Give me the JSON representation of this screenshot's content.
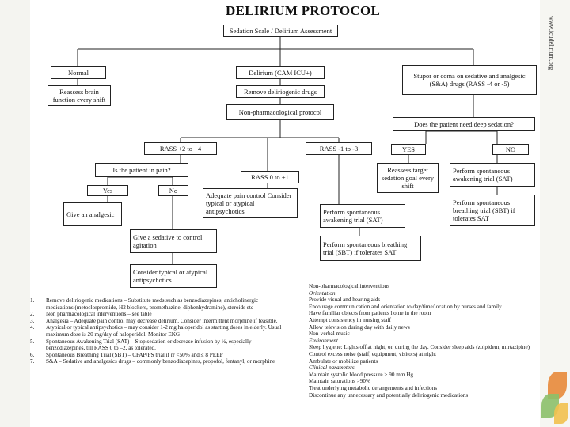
{
  "title": "DELIRIUM PROTOCOL",
  "watermark": "www.icudelirium.org",
  "flow": {
    "root": "Sedation Scale / Delirium Assessment",
    "normal": "Normal",
    "reassess": "Reassess brain function every shift",
    "delirium": "Delirium (CAM ICU+)",
    "remove": "Remove deliriogenic drugs",
    "nonpharm": "Non-pharmacological protocol",
    "stupor": "Stupor or coma on sedative and analgesic (S&A) drugs (RASS -4 or -5)",
    "deep_q": "Does the patient need deep sedation?",
    "yes_r": "YES",
    "no_r": "NO",
    "reassess_target": "Reassess target sedation goal every shift",
    "sat_right": "Perform spontaneous awakening trial (SAT)",
    "sbt_right": "Perform spontaneous breathing trial (SBT) if tolerates SAT",
    "rass_high": "RASS +2 to +4",
    "rass_mid": "RASS 0 to +1",
    "rass_low": "RASS -1 to -3",
    "pain_q": "Is the patient in pain?",
    "yes": "Yes",
    "no": "No",
    "analgesic": "Give an analgesic",
    "adequate": "Adequate pain control Consider typical or atypical antipsychotics",
    "sedative": "Give a sedative to control agitation",
    "consider": "Consider typical or atypical antipsychotics",
    "sat_mid": "Perform spontaneous awakening trial (SAT)",
    "sbt_mid": "Perform spontaneous breathing trial (SBT) if tolerates SAT"
  },
  "footnotes": [
    {
      "n": "1.",
      "text": "Remove deliriogenic medications – Substitute meds such as benzodiazepines, anticholinergic medications (metoclorpromide, H2 blockers, promethazine, diphenhydramine), steroids etc"
    },
    {
      "n": "2.",
      "text": "Non pharmacological interventions – see table"
    },
    {
      "n": "3.",
      "text": "Analgesia – Adequate pain control may decrease delirium. Consider intermittent morphine if feasible."
    },
    {
      "n": "4.",
      "text": "Atypical or typical antipsychotics – may consider 1-2 mg haloperidol as starting doses in elderly. Usual maximum dose is 20 mg/day of haloperidol. Monitor EKG"
    },
    {
      "n": "5.",
      "text": "Spontaneous Awakening Trial (SAT) – Stop sedation or decrease infusion by ½, especially benzodiazepines, till RASS 0 to –2, as tolerated."
    },
    {
      "n": "6.",
      "text": "Spontaneous Breathing Trial (SBT) – CPAP/PS trial if rr <50% and ≤ 8 PEEP"
    },
    {
      "n": "7.",
      "text": "S&A – Sedative and analgesics drugs – commonly benzodiazepines, propofol, fentanyl, or morphine"
    }
  ],
  "interventions": {
    "heading": "Non-pharmacological interventions",
    "orientation_head": "Orientation",
    "orientation": [
      "Provide visual and hearing aids",
      "Encourage communication and orientation to day/time/location by nurses and family",
      "Have familiar objects from patients home in the room",
      "Attempt consistency in nursing staff",
      "Allow television during day with daily news",
      "Non-verbal music"
    ],
    "environment_head": "Environment",
    "environment": [
      "Sleep hygiene: Lights off at night, on during the day. Consider sleep aids (zolpidem, mirtazipine)",
      "Control excess noise (staff, equipment, visitors) at night",
      "Ambulate or mobilize patients"
    ],
    "clinical_head": "Clinical parameters",
    "clinical": [
      "Maintain systolic blood pressure > 90 mm Hg",
      "Maintain saturations >90%",
      "Treat underlying metabolic derangements and infections",
      "Discontinue any unnecessary and potentially deliriogenic medications"
    ]
  },
  "colors": {
    "leaf_orange": "#e8893a",
    "leaf_green": "#8cc06a",
    "leaf_yellow": "#f2c14e"
  }
}
